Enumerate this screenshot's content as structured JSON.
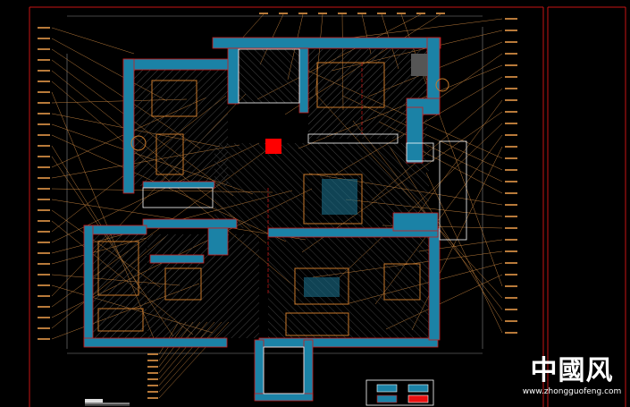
{
  "drawing": {
    "type": "cad-floor-plan",
    "colors": {
      "background": "#000000",
      "wall": "#1b82a6",
      "wall_edge": "#d01818",
      "furniture": "#c8782a",
      "leader": "#b87a3a",
      "highlight": "#ff0000",
      "frame": "#c81414",
      "outline": "#ffffff"
    }
  },
  "watermark": {
    "logo": "中國风",
    "url": "www.zhongguofeng.com"
  }
}
